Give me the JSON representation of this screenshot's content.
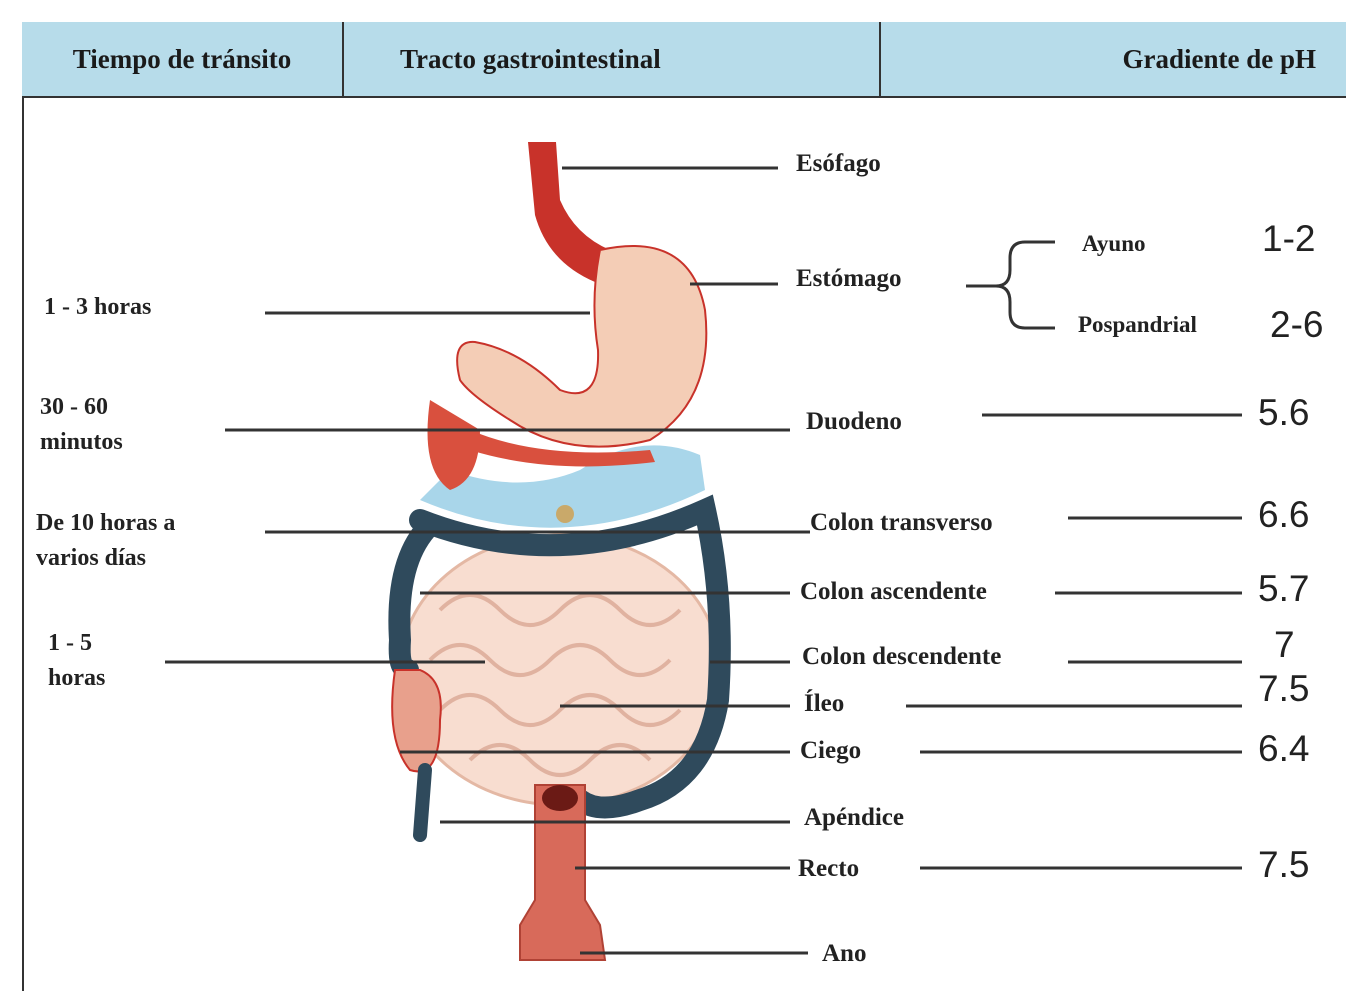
{
  "header": {
    "col_transit": "Tiempo de tránsito",
    "col_tract": "Tracto gastrointestinal",
    "col_ph": "Gradiente de pH"
  },
  "transit_times": [
    {
      "line1": "1 - 3 horas",
      "line2": ""
    },
    {
      "line1": "30 - 60",
      "line2": "minutos"
    },
    {
      "line1": "De 10 horas a",
      "line2": "varios días"
    },
    {
      "line1": "1 - 5",
      "line2": "horas"
    }
  ],
  "organs": [
    "Esófago",
    "Estómago",
    "Duodeno",
    "Colon transverso",
    "Colon ascendente",
    "Colon descendente",
    "Íleo",
    "Ciego",
    "Apéndice",
    "Recto",
    "Ano"
  ],
  "stomach_states": [
    {
      "label": "Ayuno",
      "ph": "1-2"
    },
    {
      "label": "Pospandrial",
      "ph": "2-6"
    }
  ],
  "ph_values": {
    "duodeno": "5.6",
    "colon_transverso": "6.6",
    "colon_ascendente": "5.7",
    "colon_descendente": "7",
    "ileo": "7.5",
    "ciego": "6.4",
    "recto": "7.5"
  },
  "colors": {
    "header_bg": "#b7dcea",
    "esophagus": "#c8322a",
    "stomach": "#f4cdb6",
    "colon": "#2f4a5c",
    "small_intestine": "#f8ddd0",
    "peritoneum": "#a9d6ea"
  }
}
